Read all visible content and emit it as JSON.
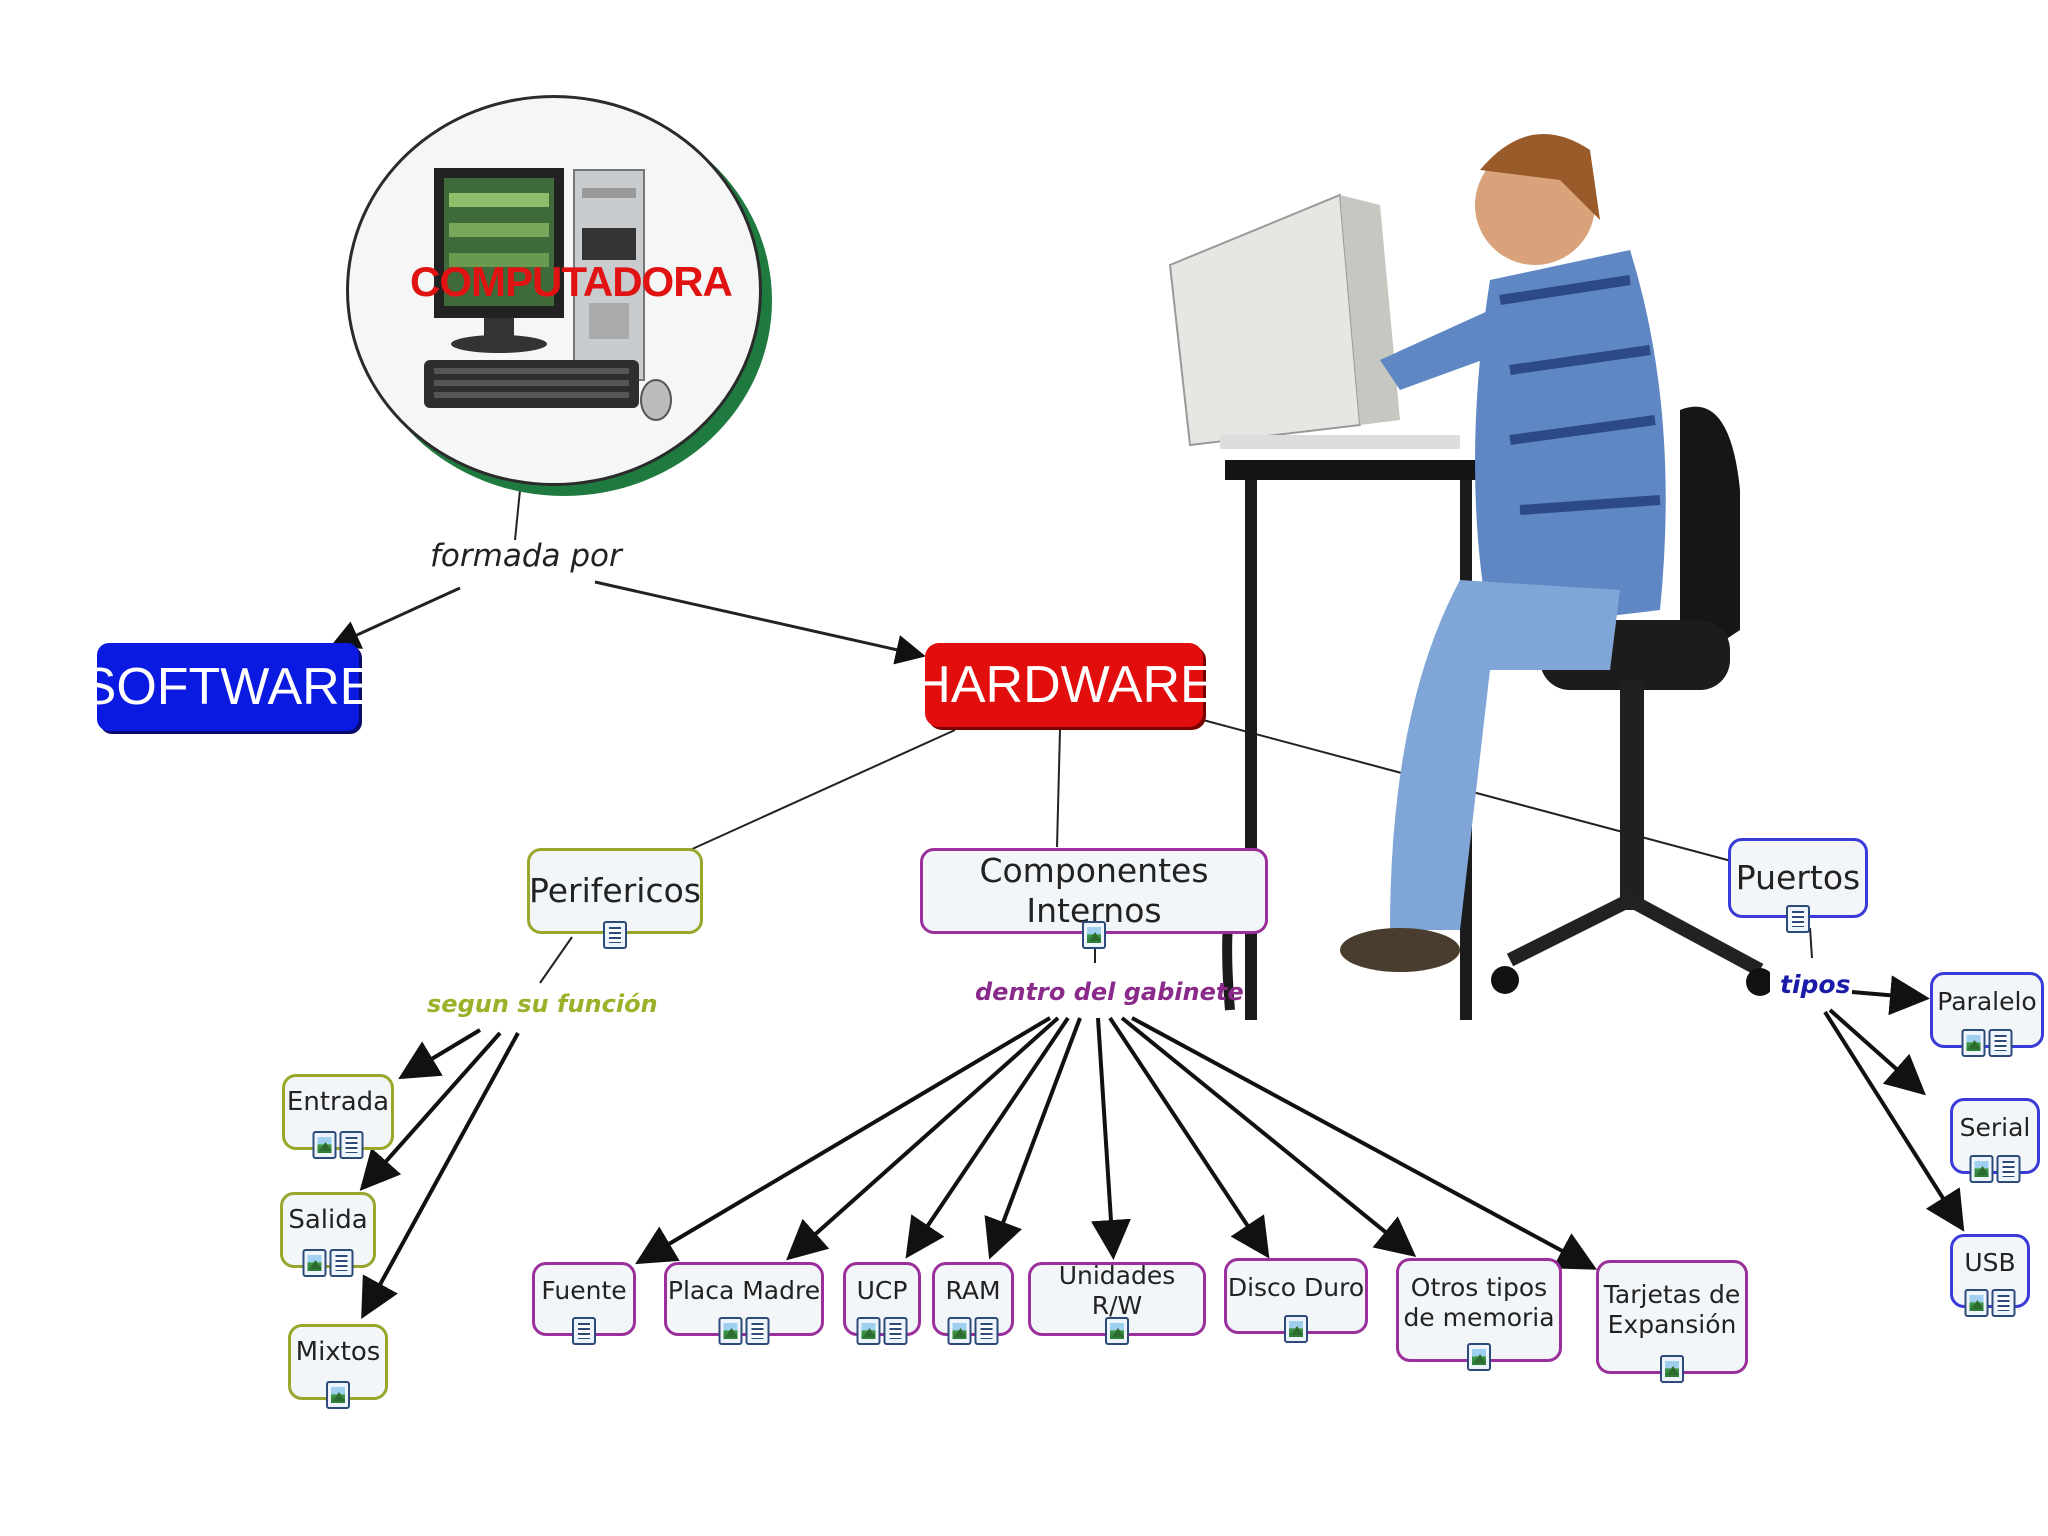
{
  "root": {
    "title": "COMPUTADORA"
  },
  "links": {
    "formada": "formada por",
    "segun": "segun su función",
    "dentro": "dentro del gabinete",
    "tipos": "tipos"
  },
  "software": "SOFTWARE",
  "hardware": "HARDWARE",
  "perifericos": "Perifericos",
  "componentes": "Componentes Internos",
  "puertos": "Puertos",
  "entrada": "Entrada",
  "salida": "Salida",
  "mixtos": "Mixtos",
  "fuente": "Fuente",
  "placa": "Placa Madre",
  "ucp": "UCP",
  "ram": "RAM",
  "unidades": "Unidades R/W",
  "disco": "Disco Duro",
  "otros": "Otros tipos\nde memoria",
  "tarjetas": "Tarjetas de\nExpansión",
  "paralelo": "Paralelo",
  "serial": "Serial",
  "usb": "USB",
  "colors": {
    "olive": "#9aa62c",
    "purple": "#9b2f9b",
    "blue": "#3a3ad8",
    "hardware": "#e20d0d",
    "software": "#0a1ae0"
  }
}
